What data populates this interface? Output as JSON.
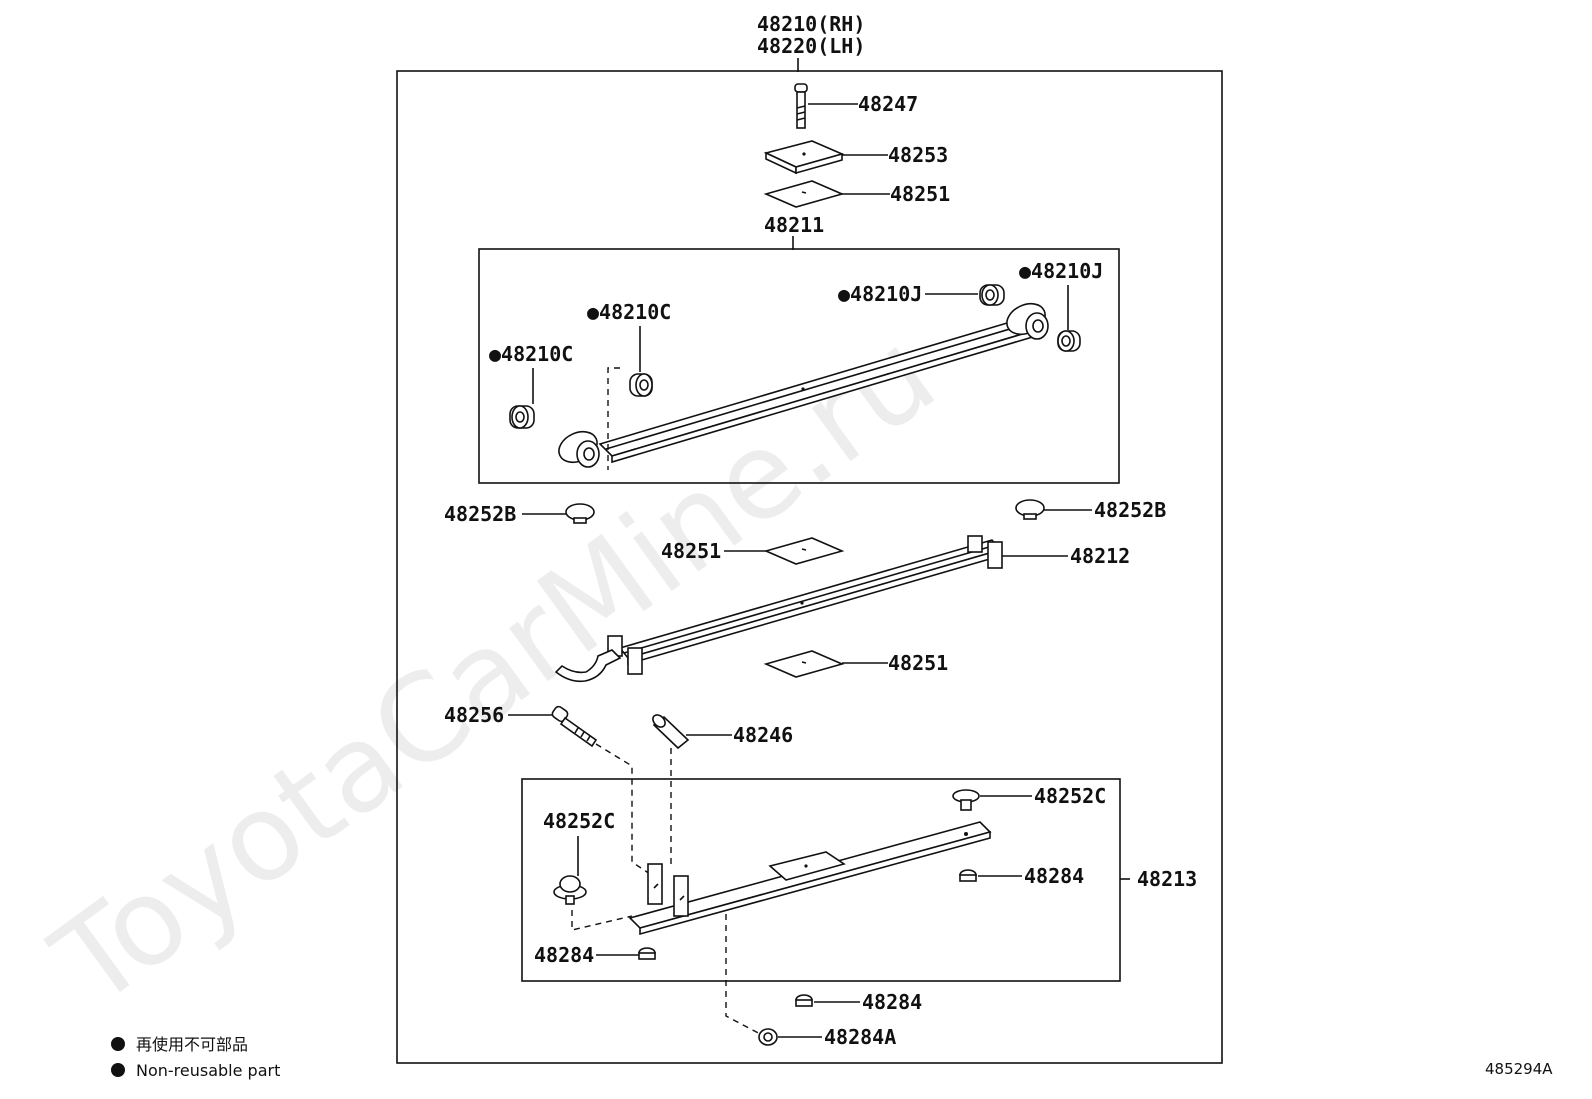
{
  "diagram": {
    "header_rh": "48210(RH)",
    "header_lh": "48220(LH)",
    "labels": {
      "p48247": "48247",
      "p48253": "48253",
      "p48251_top": "48251",
      "p48211": "48211",
      "p48210J_right": "●48210J",
      "p48210J_mid": "●48210J",
      "p48210C_upper": "●48210C",
      "p48210C_lower": "●48210C",
      "p48252B_left": "48252B",
      "p48252B_right": "48252B",
      "p48251_mid": "48251",
      "p48212": "48212",
      "p48251_low": "48251",
      "p48256": "48256",
      "p48246": "48246",
      "p48252C_right": "48252C",
      "p48252C_left": "48252C",
      "p48284_right": "48284",
      "p48213": "48213",
      "p48284_left": "48284",
      "p48284_bottom": "48284",
      "p48284A": "48284A"
    },
    "legend": {
      "jp": "再使用不可部品",
      "en": "Non-reusable part"
    },
    "code": "485294A",
    "watermark": "ToyotaCarMine.ru"
  }
}
